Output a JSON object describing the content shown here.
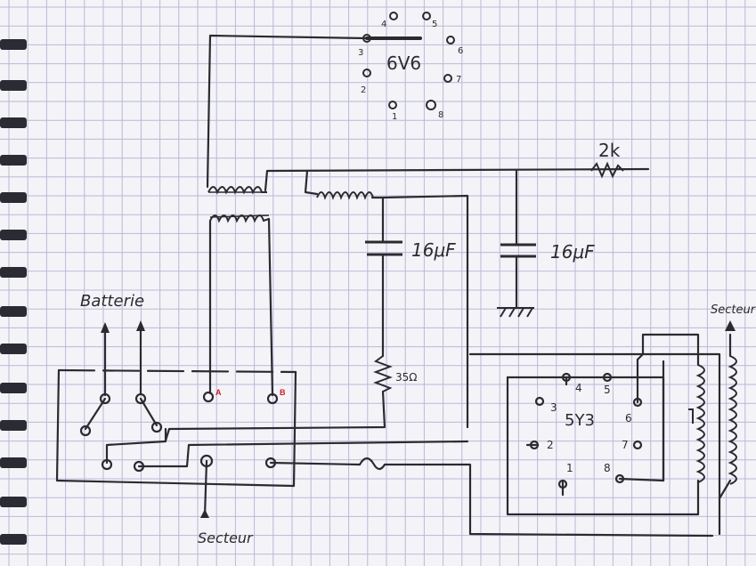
{
  "tube_6v6": {
    "name": "6V6",
    "pins": [
      "1",
      "2",
      "3",
      "4",
      "5",
      "6",
      "7",
      "8"
    ]
  },
  "tube_5y3": {
    "name": "5Y3",
    "pins": [
      "1",
      "2",
      "3",
      "4",
      "5",
      "6",
      "7",
      "8"
    ]
  },
  "components": {
    "resistor_2k": "2k",
    "cap_left": "16μF",
    "cap_right": "16μF",
    "resistor_35": "35Ω"
  },
  "labels": {
    "battery": "Batterie",
    "mains_bottom": "Secteur",
    "mains_right": "Secteur",
    "terminal_a": "A",
    "terminal_b": "B"
  },
  "colors": {
    "ink": "#2a2a30",
    "grid": "#b9b9d6",
    "paper": "#f4f4f8",
    "terminal_label": "#c8202a"
  }
}
